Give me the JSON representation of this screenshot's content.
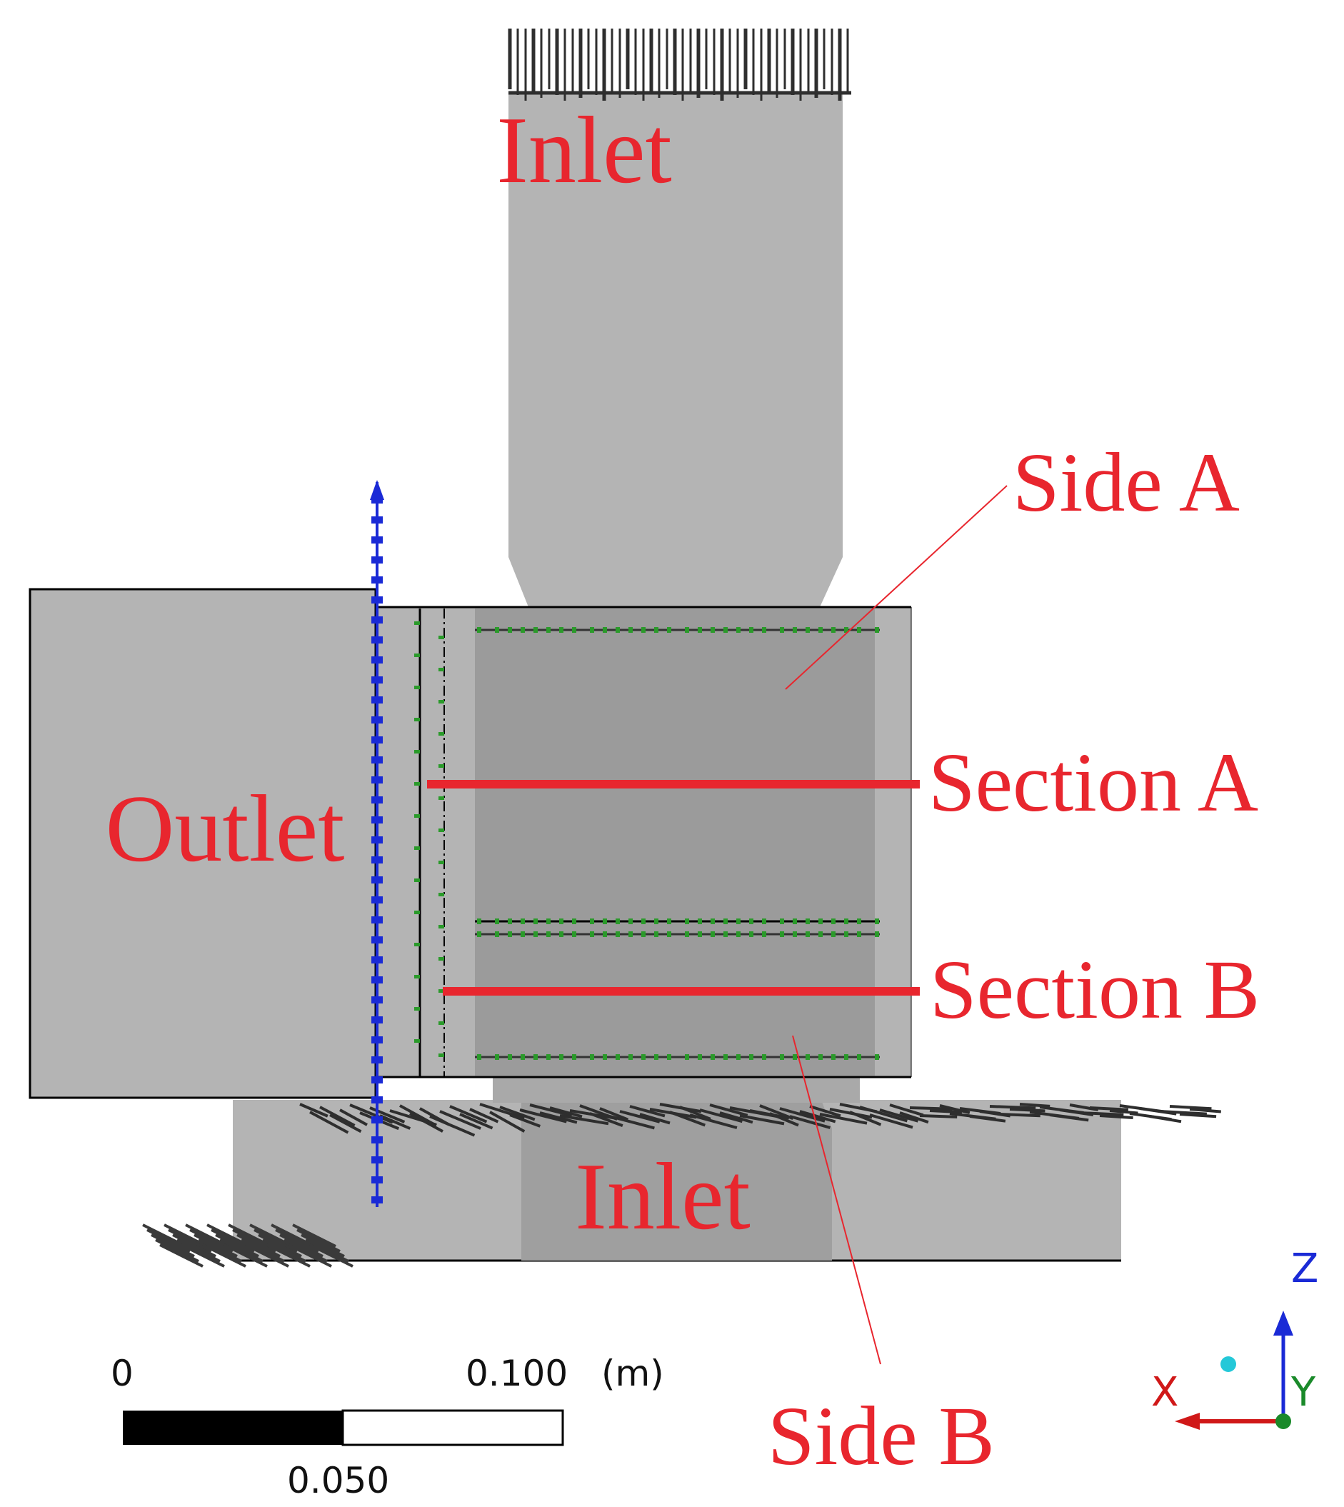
{
  "labels": {
    "inlet_top": "Inlet",
    "inlet_bottom": "Inlet",
    "outlet": "Outlet",
    "side_a": "Side A",
    "side_b": "Side B",
    "section_a": "Section A",
    "section_b": "Section B"
  },
  "scale_bar": {
    "zero": "0",
    "max": "0.100",
    "unit": "(m)",
    "mid": "0.050"
  },
  "axis_triad": {
    "z": "Z",
    "x": "X",
    "y": "Y"
  },
  "colors": {
    "label": "#e8262e",
    "geometry_light": "#b4b4b4",
    "geometry_dark": "#9b9b9b",
    "axis_blue": "#1a2ad6",
    "mesh_green": "#2a9a2a",
    "vector_dark": "#2e2e2e"
  }
}
